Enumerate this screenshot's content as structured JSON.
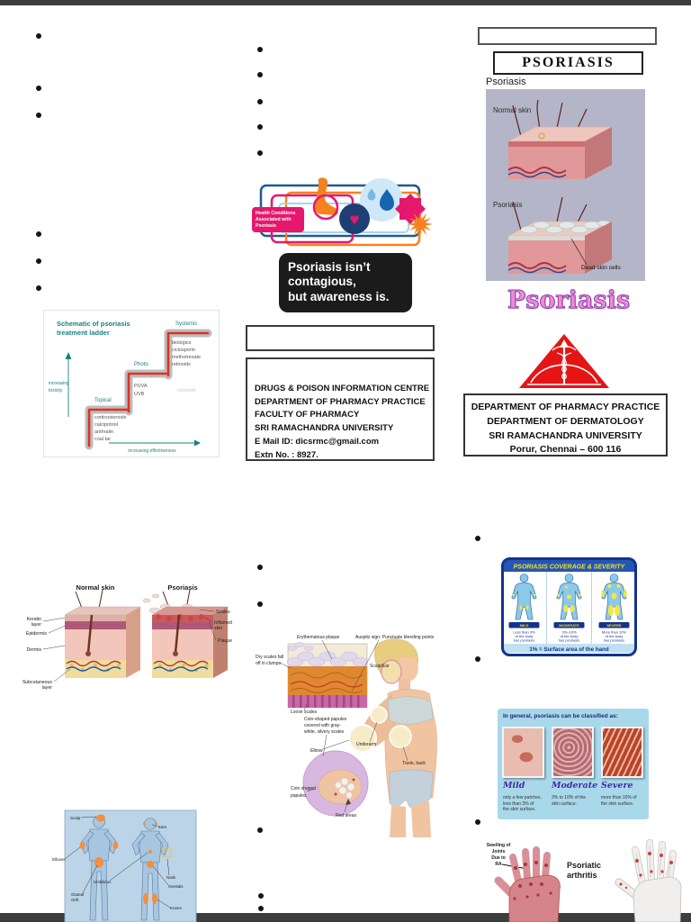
{
  "colors": {
    "accent_pink": "#e5186e",
    "navy_outline": "#1d5b8f",
    "orange": "#f5821f",
    "logo_red": "#e51515",
    "ladder_teal": "#1b8080",
    "severity_navy": "#15328c",
    "severity_yellow": "#f5e642",
    "classification_bg": "#a8d8ea",
    "awareness_bg": "#1b1b1b"
  },
  "icons": {
    "heart": "♥"
  },
  "front": {
    "header_box_text": "",
    "title": "PSORIASIS",
    "caption": "Psoriasis",
    "skin_diagram": {
      "normal": "Normal skin",
      "psoriasis": "Psoriasis",
      "dead_cells": "Dead skin cells"
    },
    "decorative_title": "Psoriasis",
    "address": {
      "l1": "DEPARTMENT OF PHARMACY PRACTICE",
      "l2": "DEPARTMENT OF DERMATOLOGY",
      "l3": "SRI RAMACHANDRA UNIVERSITY",
      "l4": "Porur, Chennai – 600 116"
    }
  },
  "middle": {
    "health_conditions": {
      "l1": "Health Conditions",
      "l2": "Associated with",
      "l3": "Psoriasis"
    },
    "awareness": {
      "l1": "Psoriasis isn’t",
      "l2": "contagious,",
      "l3": "but awareness is."
    },
    "contact": {
      "l1": "DRUGS & POISON INFORMATION CENTRE",
      "l2": "DEPARTMENT OF PHARMACY PRACTICE",
      "l3": "FACULTY OF PHARMACY",
      "l4": "SRI RAMACHANDRA UNIVERSITY",
      "l5": "E Mail ID: dicsrmc@gmail.com",
      "l6": "Extn No. : 8927."
    }
  },
  "ladder": {
    "t1": "Schematic of psoriasis",
    "t2": "treatment ladder",
    "y1": "increasing",
    "y2": "toxicity",
    "x": "increasing effectiveness",
    "s1": "Topical",
    "s1i1": "corticosteroids",
    "s1i2": "calcipotriol",
    "s1i3": "anthralin",
    "s1i4": "coal tar",
    "s2": "Photo",
    "s2i1": "PUVA",
    "s2i2": "UVB",
    "s3": "Systemic",
    "s3i1": "biologics",
    "s3i2": "ciclosporin",
    "s3i3": "methotrexate",
    "s3i4": "retinoids",
    "watermark": "retinoids"
  },
  "skin_compare": {
    "normal": "Normal skin",
    "psoriasis": "Psoriasis",
    "keratin1": "Keratin",
    "keratin2": "layer",
    "epidermis": "Epidermis",
    "dermis": "Dermis",
    "subcut1": "Subcutaneous",
    "subcut2": "layer",
    "scales": "Scales",
    "inflamed1": "Inflamed",
    "inflamed2": "skin",
    "plaque": "Plaque"
  },
  "body_map": {
    "scalp": "Scalp",
    "ears": "Ears",
    "elbows": "Elbows",
    "umbilicus": "Umbilicus",
    "nails": "Nails",
    "genitals": "Genitals",
    "gluteal1": "Gluteal",
    "gluteal2": "cleft",
    "knees": "Knees"
  },
  "symptoms": {
    "erythematous": "Erythematous plaque",
    "auspitz": "Auspitz sign: Punctuate bleeding points",
    "dry1": "Dry scales fall",
    "dry2": "off in clumps",
    "scalp_ear": "Scalp/Ear",
    "loose": "Loose scales",
    "coinl1": "Coin-shaped papules",
    "coinl2": "covered with gray-",
    "coinl3": "white, silvery scales",
    "elbow": "Elbow",
    "underarm": "Underarm",
    "trunk": "Trunk, back",
    "coin1": "Coin shaped",
    "coin2": "papules",
    "red_areas": "Red areas"
  },
  "coverage": {
    "title": "PSORIASIS COVERAGE & SEVERITY",
    "cats": [
      {
        "label": "MILD",
        "d1": "Less than 3%",
        "d2": "of the body",
        "d3": "has psoriasis"
      },
      {
        "label": "MODERATE",
        "d1": "3%–10%",
        "d2": "of the body",
        "d3": "has psoriasis"
      },
      {
        "label": "SEVERE",
        "d1": "More than 10%",
        "d2": "of the body",
        "d3": "has psoriasis"
      }
    ],
    "footer": "1% = Surface area of the hand"
  },
  "classification": {
    "header": "In general, psoriasis can be classified as:",
    "cats": [
      {
        "name": "Mild",
        "d1": "only a few patches,",
        "d2": "less than 3% of",
        "d3": "the skin surface."
      },
      {
        "name": "Moderate",
        "d1": "3% to 10% of the",
        "d2": "skin surface.",
        "d3": ""
      },
      {
        "name": "Severe",
        "d1": "more than 10% of",
        "d2": "the skin surface.",
        "d3": ""
      }
    ]
  },
  "arthritis": {
    "ra1": "Swelling of",
    "ra2": "Joints",
    "ra3": "Due to",
    "ra4": "RA",
    "p1": "Psoriatic",
    "p2": "arthritis"
  }
}
